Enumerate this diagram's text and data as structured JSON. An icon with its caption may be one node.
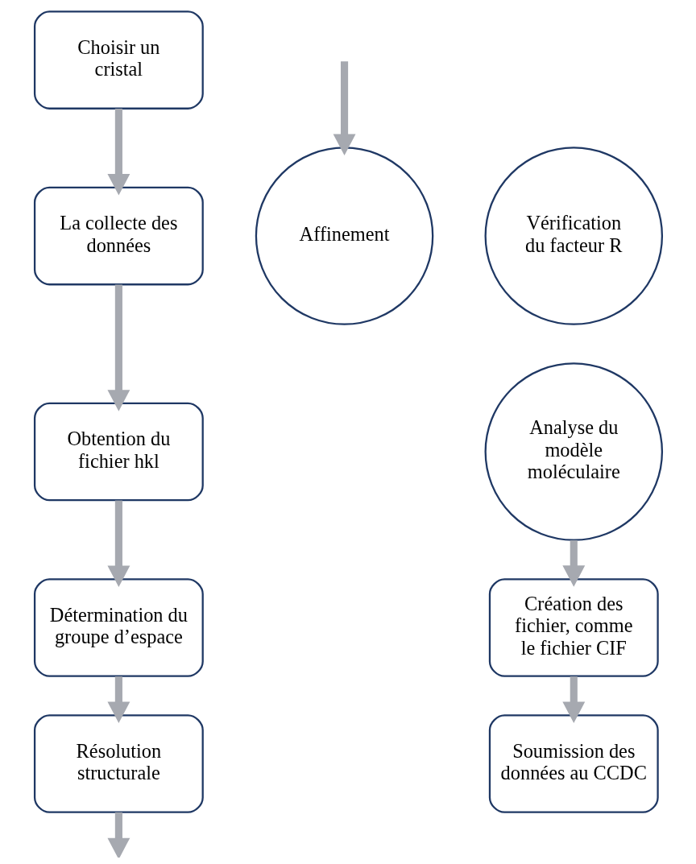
{
  "diagram": {
    "nodes": [
      {
        "text": [
          "Choisir un cristal"
        ]
      },
      {
        "text": [
          "La collecte des données"
        ]
      },
      {
        "text": [
          "Obtention du fichier hkl"
        ]
      },
      {
        "text": [
          "Détermination du groupe d’espace"
        ]
      },
      {
        "text": [
          "Résolution structurale"
        ]
      },
      {
        "text": [
          "Affinement"
        ]
      },
      {
        "text": [
          "Vérification du facteur R"
        ]
      },
      {
        "text": [
          "Analyse du modèle moléculaire"
        ]
      },
      {
        "text": [
          "Création des fichier, comme le fichier CIF"
        ]
      },
      {
        "text": [
          "Soumission des données au CCDC"
        ]
      }
    ],
    "edges": [
      {
        "from": 0,
        "to": 1,
        "arrow": "to"
      },
      {
        "from": 1,
        "to": 2,
        "arrow": "to"
      },
      {
        "from": 2,
        "to": 3,
        "arrow": "to"
      },
      {
        "from": 3,
        "to": 4,
        "arrow": "to"
      },
      {
        "from": 4,
        "to": null,
        "arrow": "to"
      },
      {
        "from": null,
        "to": 5,
        "arrow": "to"
      },
      {
        "from": 7,
        "to": 8,
        "arrow": "to"
      },
      {
        "from": 8,
        "to": 9,
        "arrow": "to"
      }
    ]
  }
}
